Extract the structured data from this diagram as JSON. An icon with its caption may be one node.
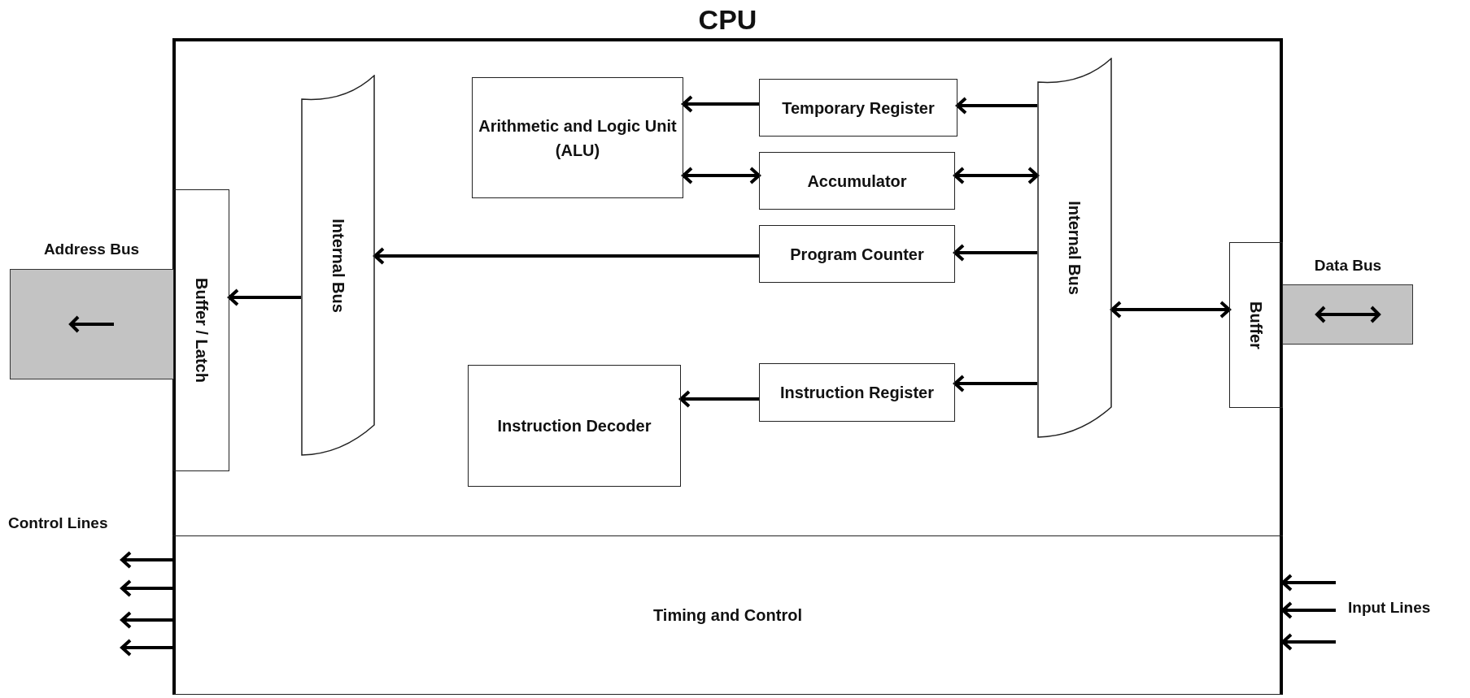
{
  "diagram": {
    "nodes": [
      {
        "text": [
          "CPU"
        ]
      },
      {
        "text": [
          "Address Bus"
        ]
      },
      {
        "text": [
          "Buffer / Latch"
        ],
        "in": 0
      },
      {
        "text": [
          "Internal Bus"
        ],
        "in": 0
      },
      {
        "text": [
          "Arithmetic and Logic Unit (ALU)"
        ],
        "in": 0
      },
      {
        "text": [
          "Temporary Register"
        ],
        "in": 0
      },
      {
        "text": [
          "Accumulator"
        ],
        "in": 0
      },
      {
        "text": [
          "Program Counter"
        ],
        "in": 0
      },
      {
        "text": [
          "Internal Bus"
        ],
        "in": 0
      },
      {
        "text": [
          "Buffer"
        ],
        "in": 0
      },
      {
        "text": [
          "Data Bus"
        ]
      },
      {
        "text": [
          "Instruction Register"
        ],
        "in": 0
      },
      {
        "text": [
          "Instruction Decoder"
        ],
        "in": 0
      },
      {
        "text": [
          "Timing and Control"
        ],
        "in": 0
      }
    ],
    "edges": [
      {
        "from": 3,
        "to": 2,
        "arrow": "to"
      },
      {
        "from": 5,
        "to": 4,
        "arrow": "to"
      },
      {
        "from": 8,
        "to": 5,
        "arrow": "to"
      },
      {
        "from": 4,
        "to": 6,
        "arrow": "both"
      },
      {
        "from": 6,
        "to": 8,
        "arrow": "both"
      },
      {
        "from": 7,
        "to": 3,
        "arrow": "to"
      },
      {
        "from": 8,
        "to": 7,
        "arrow": "to"
      },
      {
        "from": 8,
        "to": 9,
        "arrow": "both"
      },
      {
        "from": 8,
        "to": 11,
        "arrow": "to"
      },
      {
        "from": 11,
        "to": 12,
        "arrow": "to"
      },
      {
        "from": 13,
        "to": null,
        "arrow": "to"
      },
      {
        "from": 13,
        "to": null,
        "arrow": "to"
      },
      {
        "from": 13,
        "to": null,
        "arrow": "to"
      },
      {
        "from": 13,
        "to": null,
        "arrow": "to"
      },
      {
        "from": null,
        "to": 13,
        "arrow": "to"
      },
      {
        "from": null,
        "to": 13,
        "arrow": "to"
      },
      {
        "from": null,
        "to": 13,
        "arrow": "to"
      }
    ],
    "labels": [
      "Control Lines",
      "Input Lines"
    ]
  }
}
